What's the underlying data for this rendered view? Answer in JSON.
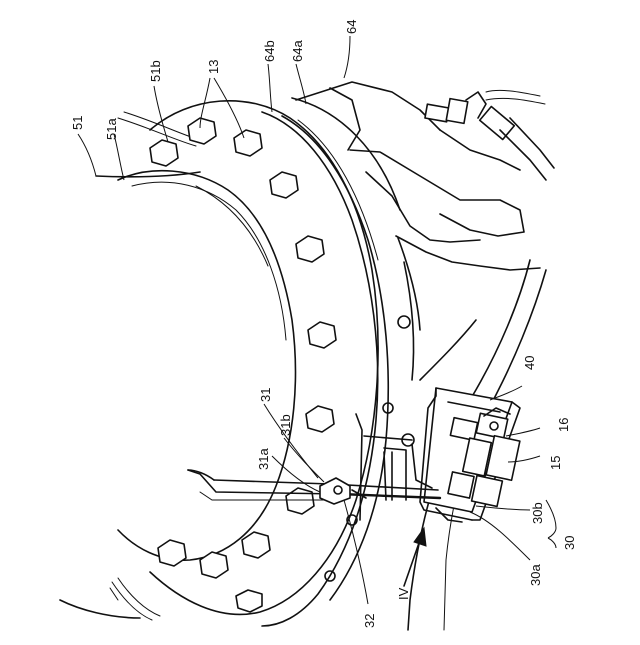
{
  "labels": {
    "l51": "51",
    "l51a": "51a",
    "l51b": "51b",
    "l13": "13",
    "l64b": "64b",
    "l64a": "64a",
    "l64": "64",
    "l40": "40",
    "l16": "16",
    "l15": "15",
    "l31": "31",
    "l31b": "31b",
    "l31a": "31a",
    "l32": "32",
    "l30a": "30a",
    "l30b": "30b",
    "l30": "30",
    "lIV": "IV"
  }
}
